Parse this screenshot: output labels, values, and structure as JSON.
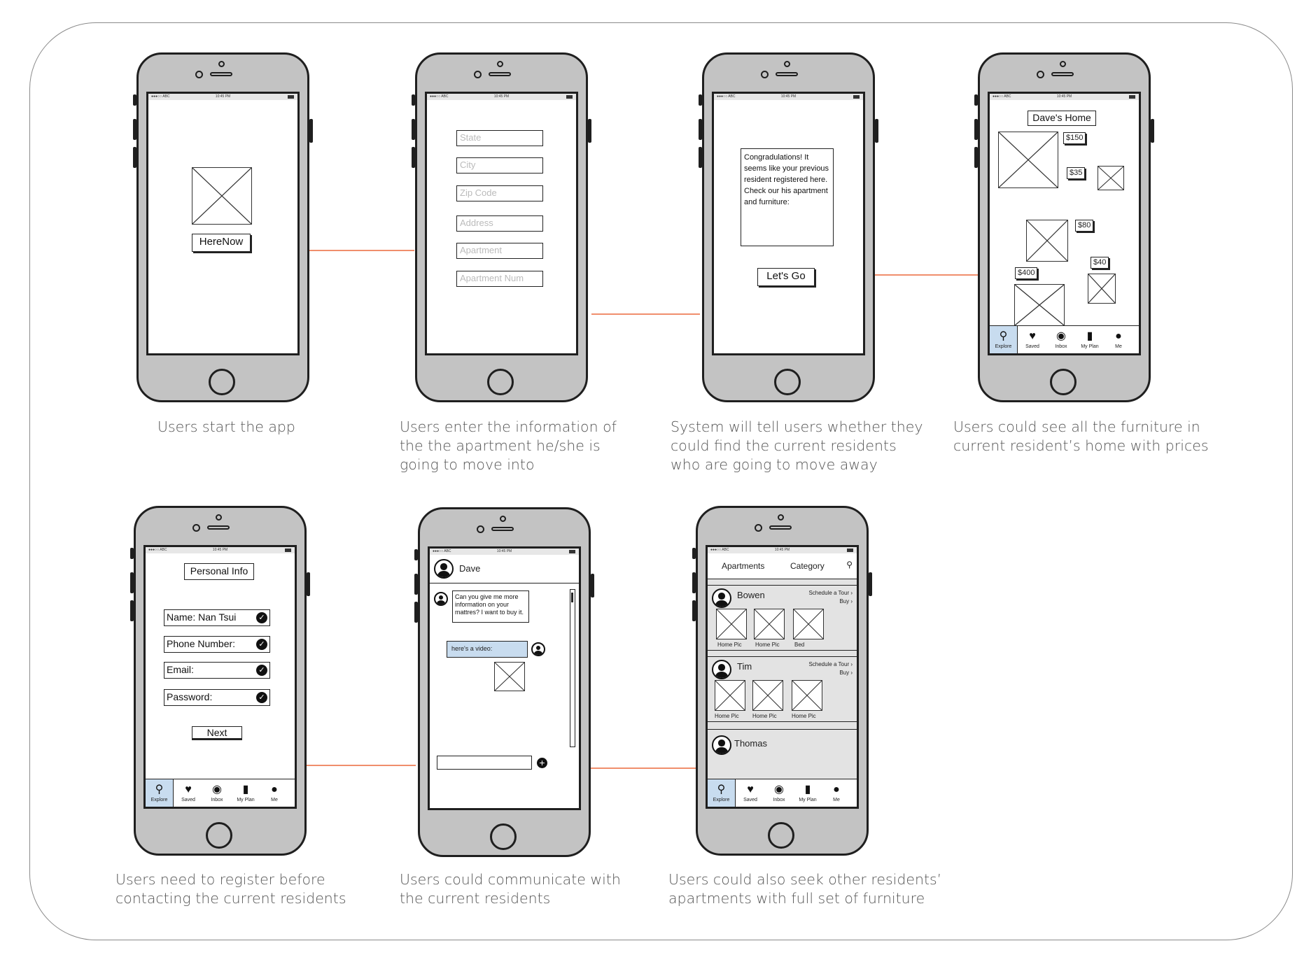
{
  "status": {
    "carrier": "●●●○○ ABC",
    "time": "10:45 PM"
  },
  "screen1": {
    "button": "HereNow"
  },
  "screen2": {
    "fields": [
      "State",
      "City",
      "Zip Code",
      "Address",
      "Apartment",
      "Apartment Num"
    ]
  },
  "screen3": {
    "message": "Congradulations! It seems like your previous resident registered here. Check our his apartment and furniture:",
    "button": "Let's Go"
  },
  "screen4": {
    "title": "Dave's Home",
    "prices": [
      "$150",
      "$35",
      "$80",
      "$40",
      "$400"
    ]
  },
  "screen5": {
    "title": "Personal Info",
    "fields": [
      "Name: Nan Tsui",
      "Phone Number:",
      "Email:",
      "Password:"
    ],
    "button": "Next"
  },
  "screen6": {
    "contact": "Dave",
    "message_in": "Can you give me more information on your mattres? I want to buy it.",
    "message_out": "here's a video:"
  },
  "screen7": {
    "tabs": [
      "Apartments",
      "Category"
    ],
    "residents": [
      {
        "name": "Bowen",
        "action1": "Schedule a Tour",
        "action2": "Buy",
        "pics": [
          "Home Pic",
          "Home Pic",
          "Bed"
        ]
      },
      {
        "name": "Tim",
        "action1": "Schedule a Tour",
        "action2": "Buy",
        "pics": [
          "Home Pic",
          "Home Pic",
          "Home Pic"
        ]
      },
      {
        "name": "Thomas"
      }
    ]
  },
  "tabbar": [
    "Explore",
    "Saved",
    "Inbox",
    "My Plan",
    "Me"
  ],
  "tab_icons": [
    "search-icon",
    "heart-icon",
    "chat-icon",
    "chart-icon",
    "person-icon"
  ],
  "captions": {
    "c1": "Users start the app",
    "c2": [
      "Users enter the information of",
      "the the apartment he/she is",
      "going to move into"
    ],
    "c3": [
      "System will tell users whether they",
      "could find the current residents",
      "who are going to move away"
    ],
    "c4": [
      "Users could see all the furniture in",
      "current resident’s home with prices"
    ],
    "c5": [
      "Users need to register before",
      "contacting the current residents"
    ],
    "c6": [
      "Users could communicate with",
      "the current residents"
    ],
    "c7": [
      "Users could also seek other residents’",
      "apartments with full set of furniture"
    ]
  },
  "colors": {
    "connector": "#f0581f",
    "frame": "#c3c3c3",
    "active_tab": "#c8dcef"
  }
}
